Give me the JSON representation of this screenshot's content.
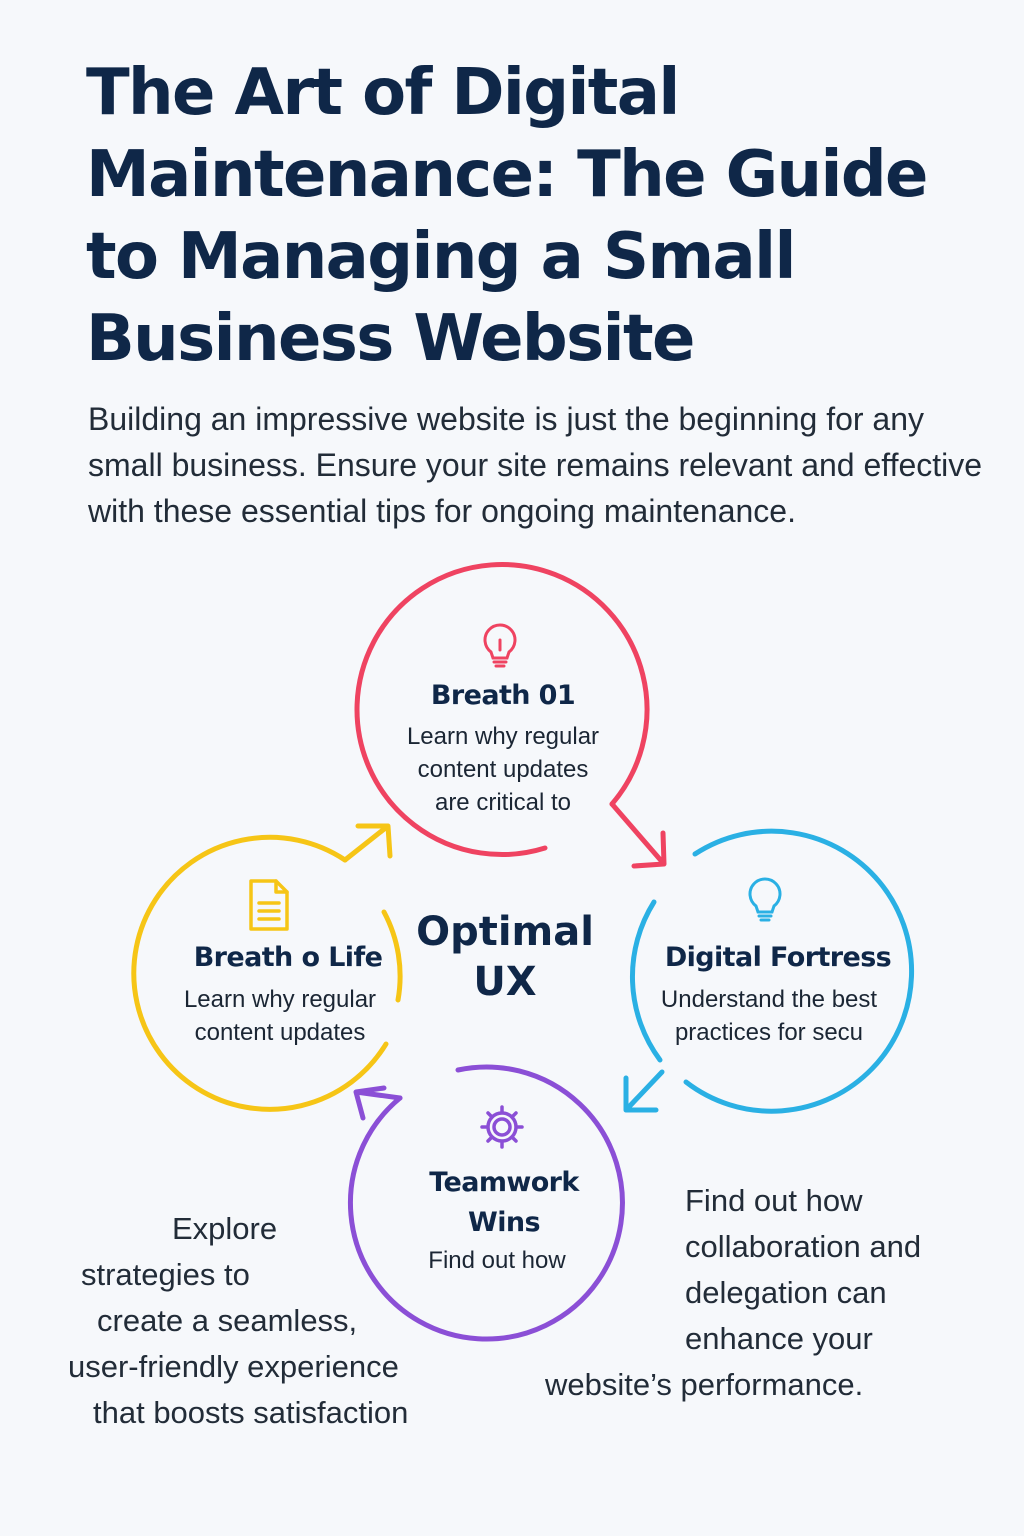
{
  "title": "The Art of Digital Maintenance: The Guide to Managing a Small Business Website",
  "intro": "Building an impressive website is just the beginning for any small business. Ensure your site remains relevant and effective with these essential tips for ongoing maintenance.",
  "center_label": "Optimal UX",
  "colors": {
    "top": "#ef4361",
    "right": "#2ab0e4",
    "bottom": "#8b4fd6",
    "left": "#f6c516",
    "text": "#0f2748"
  },
  "nodes": {
    "top": {
      "icon": "lightbulb-icon",
      "title": "Breath 01",
      "text_lines": [
        "Learn why regular",
        "content updates",
        "are critical to"
      ]
    },
    "right": {
      "icon": "lightbulb-icon",
      "title": "Digital Fortress",
      "text_lines": [
        "Understand the best",
        "practices for secu"
      ]
    },
    "bottom": {
      "icon": "gear-icon",
      "title_lines": [
        "Teamwork",
        "Wins"
      ],
      "text_lines": [
        "Find out how"
      ]
    },
    "left": {
      "icon": "document-icon",
      "title": "Breath o Life",
      "text_lines": [
        "Learn why regular",
        "content updates"
      ]
    }
  },
  "side_left_lines": [
    "Explore",
    "strategies to",
    "create a seamless,",
    "user-friendly experience",
    "that boosts satisfaction"
  ],
  "side_right_lines": [
    "Find out  how",
    "collaboration and",
    "delegation can",
    "enhance your",
    "website’s performance."
  ]
}
